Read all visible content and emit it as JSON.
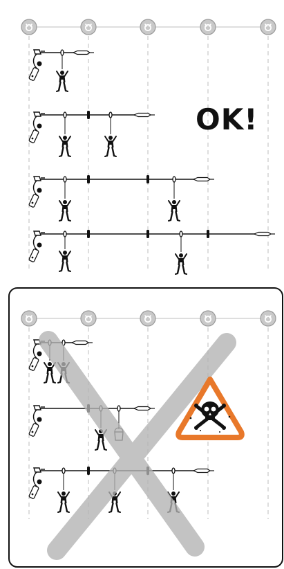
{
  "verdict_label": "OK!",
  "colors": {
    "anchor_fill": "#c9c9c9",
    "anchor_stroke": "#9a9a9a",
    "guide": "#bdbdbd",
    "cable": "#111111",
    "cross": "#b8b8b8",
    "warning_orange": "#e8782a",
    "frame": "#111111"
  },
  "icons": {
    "anchor": "anchor-ring-icon",
    "lanyard": "fall-arrester-lanyard-icon",
    "worker": "worker-figure-icon",
    "bucket": "bucket-icon",
    "warning": "skull-warning-sign-icon",
    "prohibited": "cross-out-icon"
  },
  "sections": [
    {
      "id": "correct",
      "verdict": "ok",
      "rows": [
        {
          "spans": 1,
          "workers": 1,
          "bucket": false
        },
        {
          "spans": 2,
          "workers": 2,
          "bucket": false
        },
        {
          "spans": 3,
          "workers": 2,
          "bucket": false
        },
        {
          "spans": 4,
          "workers": 2,
          "bucket": false
        }
      ]
    },
    {
      "id": "incorrect",
      "verdict": "not-ok",
      "rows": [
        {
          "spans": 1,
          "workers": 2,
          "bucket": false
        },
        {
          "spans": 2,
          "workers": 1,
          "bucket": true
        },
        {
          "spans": 3,
          "workers": 3,
          "bucket": false
        }
      ]
    }
  ]
}
